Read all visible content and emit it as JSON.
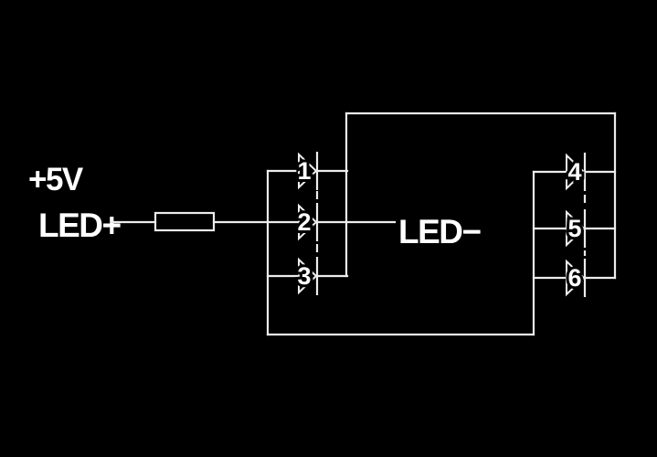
{
  "labels": {
    "supply": "+5V",
    "led_plus": "LED+",
    "led_minus": "LED−"
  },
  "leds": [
    "1",
    "2",
    "3",
    "4",
    "5",
    "6"
  ],
  "colors": {
    "background": "#000000",
    "wire": "#ececec",
    "text": "#ffffff"
  }
}
